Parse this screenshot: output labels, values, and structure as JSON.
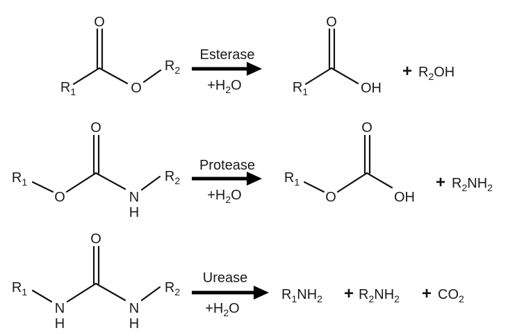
{
  "reactions": [
    {
      "enzyme": "Esterase",
      "cofactor": "+H2O",
      "reactant": {
        "carbonyl_o": "O",
        "left_group": "R1",
        "linker_o": "O",
        "right_group": "R2"
      },
      "product": {
        "carbonyl_o": "O",
        "left_group": "R1",
        "hydroxyl": "OH"
      },
      "byproduct": "R2OH",
      "plus": "+"
    },
    {
      "enzyme": "Protease",
      "cofactor": "+H2O",
      "reactant": {
        "carbonyl_o": "O",
        "left_group": "R1",
        "linker_o": "O",
        "amine_n": "N",
        "amine_h": "H",
        "right_group": "R2"
      },
      "product": {
        "carbonyl_o": "O",
        "left_group": "R1",
        "linker_o": "O",
        "hydroxyl": "OH"
      },
      "byproduct": "R2NH2",
      "plus": "+"
    },
    {
      "enzyme": "Urease",
      "cofactor": "+H2O",
      "reactant": {
        "carbonyl_o": "O",
        "left_group": "R1",
        "amine1_n": "N",
        "amine1_h": "H",
        "amine2_n": "N",
        "amine2_h": "H",
        "right_group": "R2"
      },
      "products": [
        "R1NH2",
        "R2NH2",
        "CO2"
      ],
      "plus": "+"
    }
  ]
}
